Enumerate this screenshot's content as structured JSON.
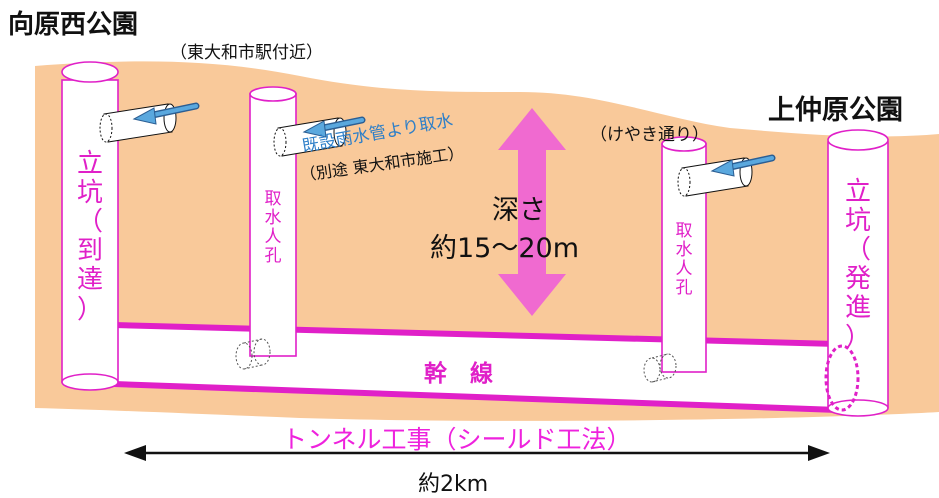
{
  "colors": {
    "ground": "#F9C99A",
    "pink": "#EE22DD",
    "magenta": "#E020C8",
    "arrow_blue": "#5AA8DE",
    "depth_arrow": "#F06AD0"
  },
  "left_park": {
    "name": "向原西公園",
    "note": "（東大和市駅付近）"
  },
  "right_park": {
    "name": "上仲原公園",
    "note": "（けやき通り）"
  },
  "left_shaft": {
    "chars": [
      "立",
      "坑",
      "（",
      "到",
      "達",
      "）"
    ]
  },
  "right_shaft": {
    "chars": [
      "立",
      "坑",
      "（",
      "発",
      "進",
      "）"
    ]
  },
  "intake_hole_left": {
    "chars": [
      "取",
      "水",
      "人",
      "孔"
    ]
  },
  "intake_hole_right": {
    "chars": [
      "取",
      "水",
      "人",
      "孔"
    ]
  },
  "intake_note": {
    "line1": "既設雨水管より取水",
    "line2": "（別途 東大和市施工）"
  },
  "depth": {
    "label": "深さ",
    "value": "約15～20m"
  },
  "main_line": {
    "label": "幹　線"
  },
  "tunnel": {
    "label": "トンネル工事（シールド工法）"
  },
  "length": {
    "label": "約2km"
  }
}
